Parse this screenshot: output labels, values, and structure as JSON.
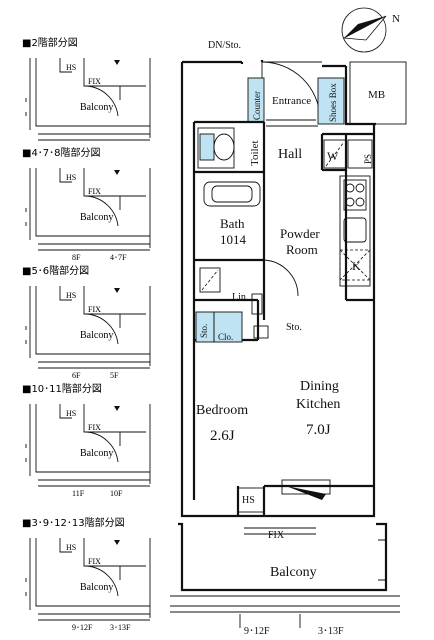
{
  "compass": {
    "north_label": "N"
  },
  "side_plans": [
    {
      "title": "■2階部分図",
      "hs": "HS",
      "fix": "FIX",
      "balcony": "Balcony",
      "notes": []
    },
    {
      "title": "■4･7･8階部分図",
      "hs": "HS",
      "fix": "FIX",
      "balcony": "Balcony",
      "notes": [
        "8F",
        "4･7F"
      ]
    },
    {
      "title": "■5･6階部分図",
      "hs": "HS",
      "fix": "FIX",
      "balcony": "Balcony",
      "notes": [
        "6F",
        "5F"
      ]
    },
    {
      "title": "■10･11階部分図",
      "hs": "HS",
      "fix": "FIX",
      "balcony": "Balcony",
      "notes": [
        "11F",
        "10F"
      ]
    },
    {
      "title": "■3･9･12･13階部分図",
      "hs": "HS",
      "fix": "FIX",
      "balcony": "Balcony",
      "notes": [
        "9･12F",
        "3･13F"
      ]
    }
  ],
  "main_plan": {
    "labels": {
      "dn_sto": "DN/Sto.",
      "counter": "Counter",
      "entrance": "Entrance",
      "shoes_box": "Shoes Box",
      "mb": "MB",
      "toilet": "Toilet",
      "hall": "Hall",
      "w": "W",
      "ps": "PS",
      "bath": "Bath",
      "bath_size": "1014",
      "powder_room_1": "Powder",
      "powder_room_2": "Room",
      "k": "K",
      "lin": "Lin.",
      "sto_1": "Sto.",
      "sto_2": "Sto.",
      "clo": "Clo.",
      "bedroom": "Bedroom",
      "bedroom_size": "2.6J",
      "dining_1": "Dining",
      "dining_2": "Kitchen",
      "dining_size": "7.0J",
      "hs": "HS",
      "fix": "FIX",
      "balcony": "Balcony"
    },
    "floor_notes": [
      "9･12F",
      "3･13F"
    ]
  }
}
